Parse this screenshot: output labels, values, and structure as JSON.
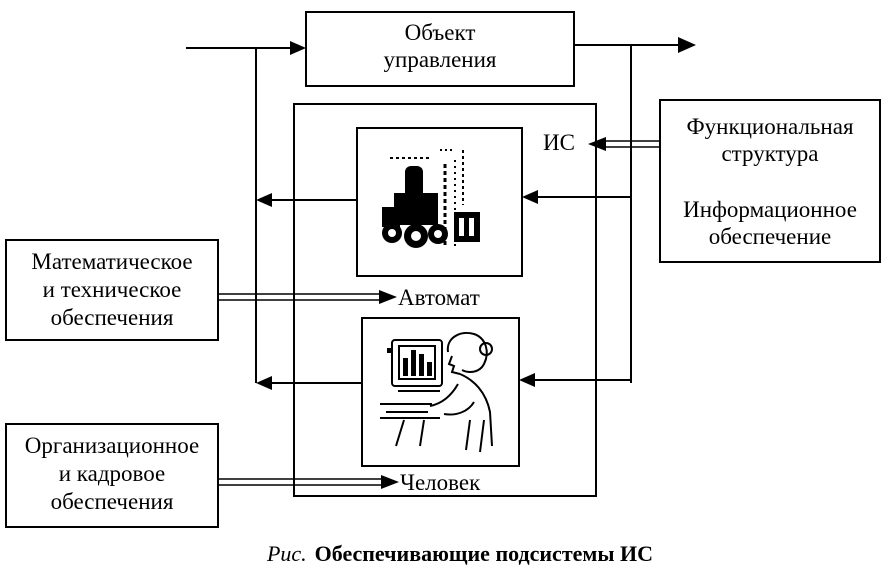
{
  "blocks": {
    "control_object": [
      "Объект",
      "управления"
    ],
    "is_label": "ИС",
    "functional": [
      "Функциональная",
      "структура"
    ],
    "information": [
      "Информационное",
      "обеспечение"
    ],
    "math_tech": [
      "Математическое",
      "и техническое",
      "обеспечения"
    ],
    "org_staff": [
      "Организационное",
      "и кадровое",
      "обеспечения"
    ],
    "automat": "Автомат",
    "person": "Человек"
  },
  "caption": {
    "prefix": "Рис.",
    "text": "Обеспечивающие подсистемы ИС"
  },
  "icons": [
    "machine-icon",
    "person-at-computer-icon"
  ]
}
